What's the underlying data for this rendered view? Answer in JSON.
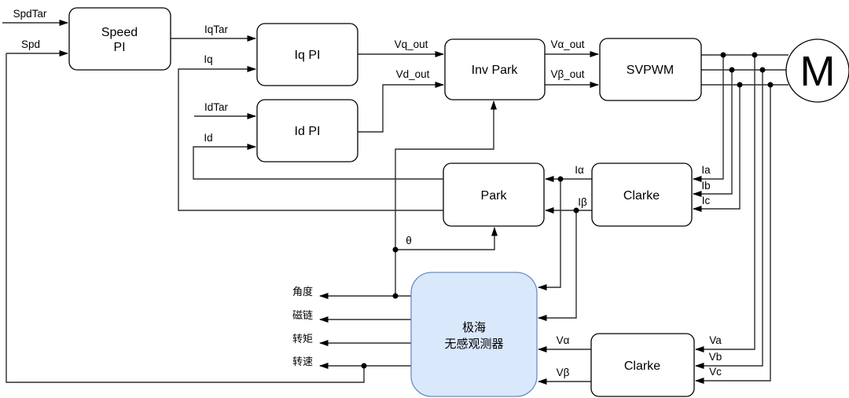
{
  "blocks": {
    "speed_pi": {
      "line1": "Speed",
      "line2": "PI"
    },
    "iq_pi": {
      "label": "Iq PI"
    },
    "id_pi": {
      "label": "Id PI"
    },
    "inv_park": {
      "label": "Inv Park"
    },
    "svpwm": {
      "label": "SVPWM"
    },
    "park": {
      "label": "Park"
    },
    "clarke_current": {
      "label": "Clarke"
    },
    "clarke_voltage": {
      "label": "Clarke"
    },
    "observer": {
      "line1": "极海",
      "line2": "无感观测器"
    },
    "motor": {
      "label": "M"
    }
  },
  "signals": {
    "spd_tar": "SpdTar",
    "spd": "Spd",
    "iq_tar": "IqTar",
    "iq": "Iq",
    "id_tar": "IdTar",
    "id": "Id",
    "vq_out": "Vq_out",
    "vd_out": "Vd_out",
    "valpha_out": "Vα_out",
    "vbeta_out": "Vβ_out",
    "ia": "Ia",
    "ib": "Ib",
    "ic": "Ic",
    "ialpha": "Iα",
    "ibeta": "Iβ",
    "va": "Va",
    "vb": "Vb",
    "vc": "Vc",
    "valpha": "Vα",
    "vbeta": "Vβ",
    "theta": "θ",
    "angle": "角度",
    "flux": "磁链",
    "torque": "转矩",
    "speed": "转速"
  },
  "colors": {
    "background": "#ffffff",
    "wire": "#2e2e2e",
    "block_fill": "#ffffff",
    "block_stroke": "#000000",
    "observer_fill": "#dae8fc",
    "observer_stroke": "#6c8ebf",
    "text": "#000000"
  }
}
